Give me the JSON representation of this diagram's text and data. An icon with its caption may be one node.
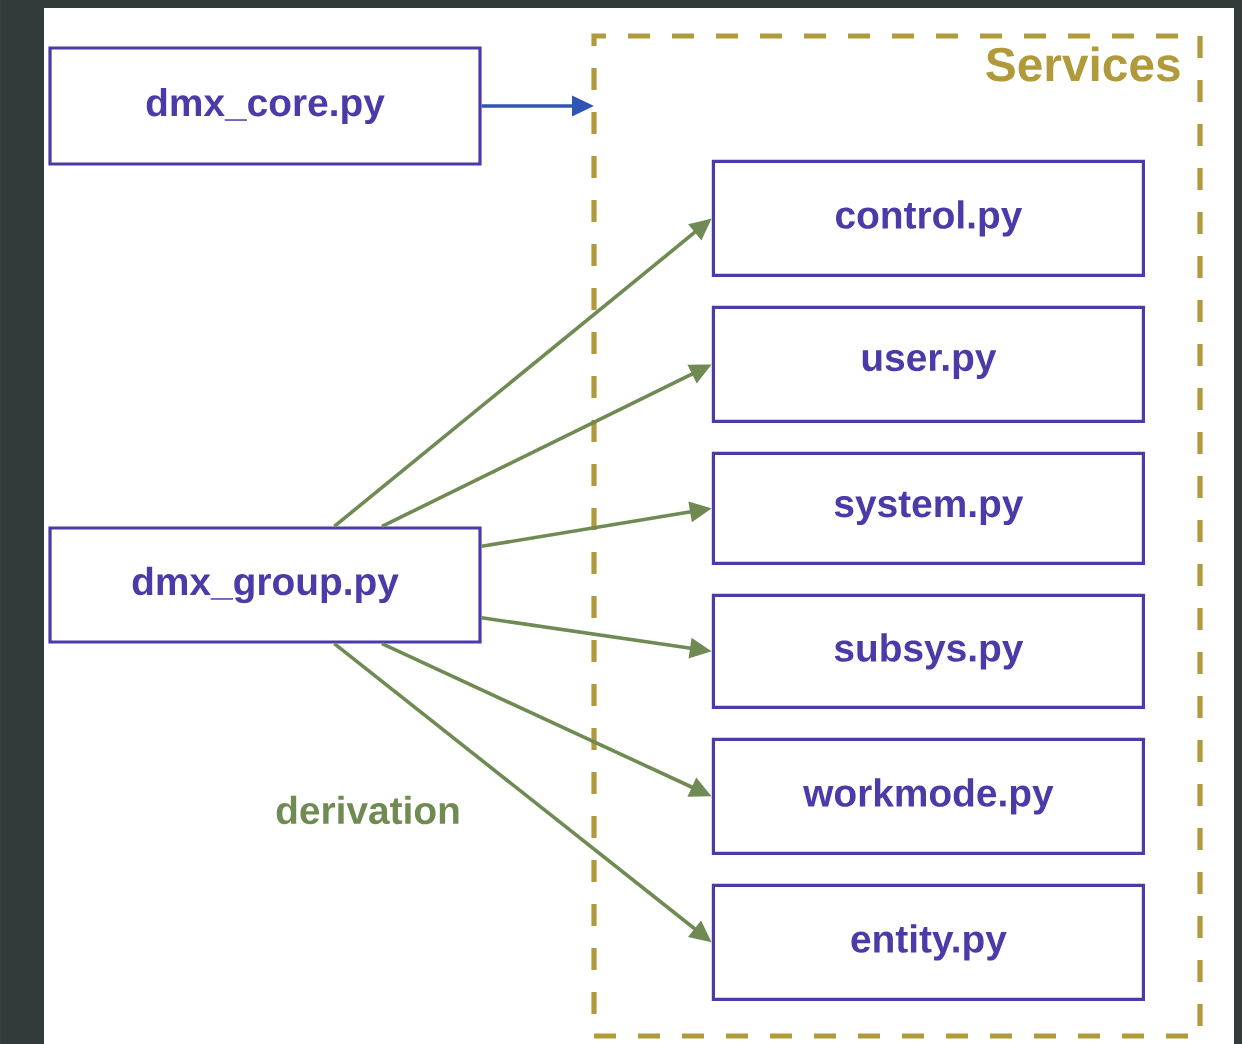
{
  "diagram": {
    "nodes": [
      {
        "text": [
          "dmx_core.py"
        ]
      },
      {
        "text": [
          "Services"
        ]
      },
      {
        "text": [
          "control.py"
        ],
        "in": 1
      },
      {
        "text": [
          "user.py"
        ],
        "in": 1
      },
      {
        "text": [
          "system.py"
        ],
        "in": 1
      },
      {
        "text": [
          "subsys.py"
        ],
        "in": 1
      },
      {
        "text": [
          "workmode.py"
        ],
        "in": 1
      },
      {
        "text": [
          "entity.py"
        ],
        "in": 1
      },
      {
        "text": [
          "dmx_group.py"
        ]
      }
    ],
    "edges": [
      {
        "from": 0,
        "to": 1,
        "arrow": "to",
        "color": "#2e55b4"
      },
      {
        "from": 8,
        "to": 2,
        "arrow": "to"
      },
      {
        "from": 8,
        "to": 3,
        "arrow": "to"
      },
      {
        "from": 8,
        "to": 4,
        "arrow": "to"
      },
      {
        "from": 8,
        "to": 5,
        "arrow": "to"
      },
      {
        "from": 8,
        "to": 6,
        "arrow": "to"
      },
      {
        "from": 8,
        "to": 7,
        "arrow": "to"
      }
    ],
    "labels": [
      "derivation"
    ]
  }
}
